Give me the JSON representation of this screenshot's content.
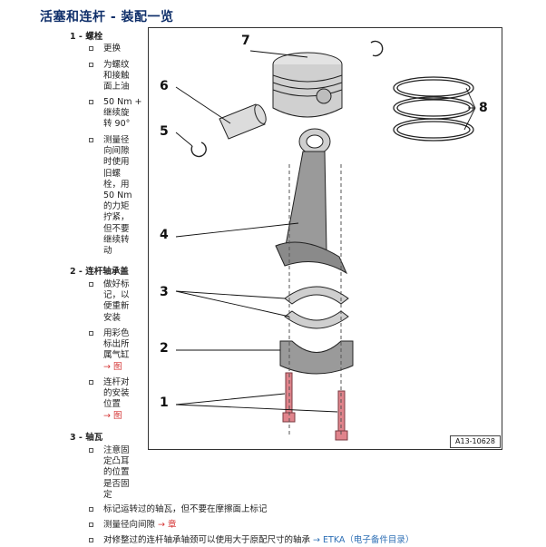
{
  "title": "活塞和连杆 - 装配一览",
  "sections": [
    {
      "number": "1 -",
      "name": "螺栓",
      "items": [
        "更换",
        "为螺纹\n和接触\n面上油",
        "50 Nm +\n继续旋\n转 90°",
        "测量径\n向间隙\n时使用\n旧螺\n栓，用\n50 Nm\n的力矩\n拧紧，\n但不要\n继续转\n动"
      ]
    },
    {
      "number": "2 -",
      "name": "连杆轴承盖",
      "items": [
        "做好标\n记，以\n便重新\n安装",
        "用彩色\n标出所\n属气缸",
        "连杆对\n的安装\n位置"
      ],
      "links": [
        "→ 图",
        "→ 图"
      ]
    },
    {
      "number": "3 -",
      "name": "轴瓦",
      "items": [
        "注意固\n定凸耳\n的位置\n是否固\n定",
        "标记运转过的轴瓦，但不要在摩擦面上标记",
        "测量径向间隙",
        "对修整过的连杆轴承轴颈可以使用大于原配尺寸的轴承"
      ],
      "links": [
        "→ 章",
        "→ ETKA（电子备件目录）"
      ]
    }
  ],
  "figure": {
    "id_label": "A13-10628",
    "callouts": [
      "1",
      "2",
      "3",
      "4",
      "5",
      "6",
      "7",
      "8"
    ]
  },
  "colors": {
    "title": "#0f2f6a",
    "link": "#d43333",
    "etka": "#2e6fb5",
    "bolt": "#e0848c"
  }
}
